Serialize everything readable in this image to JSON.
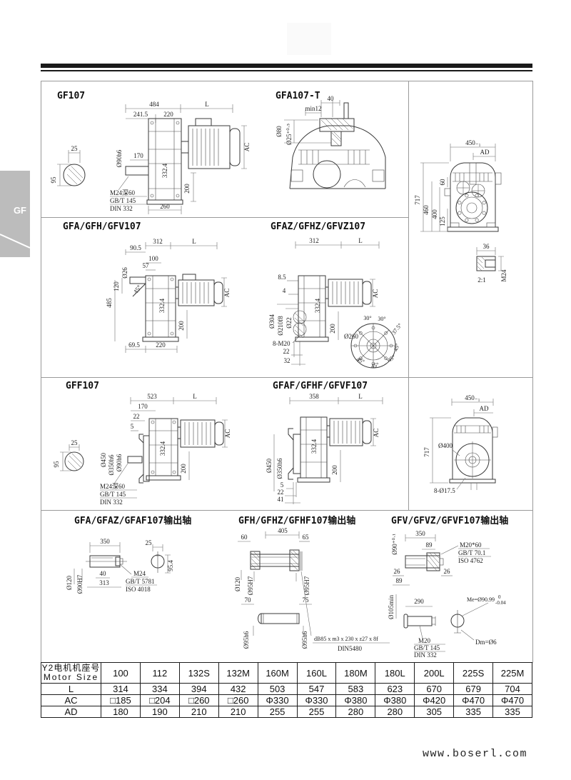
{
  "page": {
    "sidebar_tab": "GF",
    "footer_url": "www.boserl.com"
  },
  "panels": {
    "gf107": {
      "title": "GF107",
      "dims": {
        "total": "484",
        "motor_len": "L",
        "d1": "241.5",
        "d2": "220",
        "shaft_dia": "Ø90h6",
        "d3": "170",
        "height": "332.4",
        "ac": "AC",
        "h200": "200",
        "w260": "260",
        "key_w": "25",
        "key_h": "95",
        "note1": "M24深60",
        "note2": "GB/T 145",
        "note3": "DIN 332"
      }
    },
    "gfa107t": {
      "title": "GFA107-T",
      "dims": {
        "d80": "Ø80",
        "d25": "Ø25⁺⁰·⁵",
        "w40": "40",
        "min12": "min12"
      }
    },
    "side_top": {
      "dims": {
        "w450": "450₋₁",
        "ad": "AD",
        "h717": "717",
        "h460": "460",
        "h400": "400",
        "h125": "125",
        "h60": "60",
        "w36": "36",
        "scale": "2:1",
        "m24": "M24"
      }
    },
    "gfa107": {
      "title": "GFA/GFH/GFV107",
      "dims": {
        "w312": "312",
        "l": "L",
        "w905": "90.5",
        "w100": "100",
        "w57": "57",
        "d26": "Ø26",
        "h120": "120",
        "a45": "45°",
        "h485": "485",
        "h332": "332.4",
        "ac": "AC",
        "h200": "200",
        "w695": "69.5",
        "w220": "220"
      }
    },
    "gfaz107": {
      "title": "GFAZ/GFHZ/GFVZ107",
      "dims": {
        "w312": "312",
        "l": "L",
        "h85": "8.5",
        "h4": "4",
        "d304": "Ø304",
        "d210": "Ø210f8",
        "d22": "Ø22",
        "h332": "332.4",
        "ac": "AC",
        "h200": "200",
        "bolts": "8-M20",
        "w22": "22",
        "w32": "32",
        "d260": "Ø260",
        "a30a": "30°",
        "a30b": "30°",
        "a375": "37.5°",
        "a45a": "45°",
        "a45b": "45°",
        "a45c": "45°",
        "a45d": "45°"
      }
    },
    "gff107": {
      "title": "GFF107",
      "dims": {
        "total": "523",
        "l": "L",
        "w170": "170",
        "w22": "22",
        "w5": "5",
        "d450": "Ø450",
        "d350": "Ø350h6",
        "d90": "Ø90h6",
        "h332": "332.4",
        "ac": "AC",
        "h200": "200",
        "key_w": "25",
        "key_h": "95",
        "note1": "M24深60",
        "note2": "GB/T 145",
        "note3": "DIN 332"
      }
    },
    "gfaf107": {
      "title": "GFAF/GFHF/GFVF107",
      "dims": {
        "w358": "358",
        "l": "L",
        "d450": "Ø450",
        "d350": "Ø350h6",
        "h332": "332.4",
        "ac": "AC",
        "h200": "200",
        "h5": "5",
        "h22": "22",
        "h41": "41"
      }
    },
    "side_bottom": {
      "dims": {
        "w450": "450₋₁",
        "ad": "AD",
        "h717": "717",
        "d400": "Ø400",
        "bolts": "8-Ø17.5"
      }
    },
    "out_a": {
      "title": "GFA/GFAZ/GFAF107输出轴",
      "dims": {
        "w350": "350",
        "w25": "25",
        "d120": "Ø120",
        "d90": "Ø90H7",
        "w40": "40",
        "w313": "313",
        "m24": "M24",
        "gbt": "GB/T 5781",
        "iso": "ISO 4018",
        "h954": "95.4"
      }
    },
    "out_h": {
      "title": "GFH/GFHZ/GFHF107输出轴",
      "dims": {
        "w405": "405",
        "w60": "60",
        "w65": "65",
        "d120": "Ø120",
        "d95h_l": "Ø95H7",
        "d95h_r": "Ø95H7",
        "w70": "70",
        "w75": "75",
        "d95_l": "Ø95h6",
        "d95_r": "Ø95h6",
        "spline": "dB85 x m3 x 230 x z27 x 8f",
        "din": "DIN5480"
      }
    },
    "out_v": {
      "title": "GFV/GFVZ/GFVF107输出轴",
      "dims": {
        "d90": "Ø90⁺⁰·¹",
        "w350": "350",
        "w89": "89",
        "m20": "M20*60",
        "gbt": "GB/T 70.1",
        "iso": "ISO 4762",
        "w26r": "26",
        "w26l": "26",
        "w89b": "89",
        "d105": "Ø105min",
        "w290": "290",
        "m20b": "M20",
        "gbt145": "GB/T 145",
        "din": "DIN 332",
        "me": "Me=Ø90.99",
        "me_top": "0",
        "me_bot": "-0.04",
        "dm": "Dm=Ø6"
      }
    }
  },
  "table": {
    "header_cn": "Y2电机机座号",
    "header_en": "Motor Size",
    "columns": [
      "100",
      "112",
      "132S",
      "132M",
      "160M",
      "160L",
      "180M",
      "180L",
      "200L",
      "225S",
      "225M"
    ],
    "rows": [
      {
        "label": "L",
        "values": [
          "314",
          "334",
          "394",
          "432",
          "503",
          "547",
          "583",
          "623",
          "670",
          "679",
          "704"
        ]
      },
      {
        "label": "AC",
        "values": [
          "□185",
          "□204",
          "□260",
          "□260",
          "Φ330",
          "Φ330",
          "Φ380",
          "Φ380",
          "Φ420",
          "Φ470",
          "Φ470"
        ]
      },
      {
        "label": "AD",
        "values": [
          "180",
          "190",
          "210",
          "210",
          "255",
          "255",
          "280",
          "280",
          "305",
          "335",
          "335"
        ]
      }
    ]
  }
}
